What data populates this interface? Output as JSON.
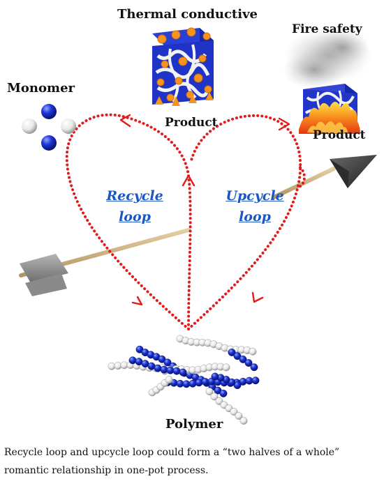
{
  "labels": {
    "thermal": "Thermal conductive",
    "fire": "Fire safety",
    "monomer": "Monomer",
    "product_left": "Product",
    "product_right": "Product",
    "polymer": "Polymer"
  },
  "loops": {
    "recycle_line1": "Recycle",
    "recycle_line2": "loop",
    "upcycle_line1": "Upcycle",
    "upcycle_line2": "loop"
  },
  "caption": {
    "line1": "Recycle loop and upcycle loop could  form a “two halves of a whole”",
    "line2": "romantic relationship in one-pot process."
  },
  "colors": {
    "heart_dots": "#e31a1a",
    "loop_text": "#1a56c4",
    "bead_blue": "#1a2fc9",
    "bead_white": "#f4f4f4",
    "flame": "#f7941d"
  }
}
